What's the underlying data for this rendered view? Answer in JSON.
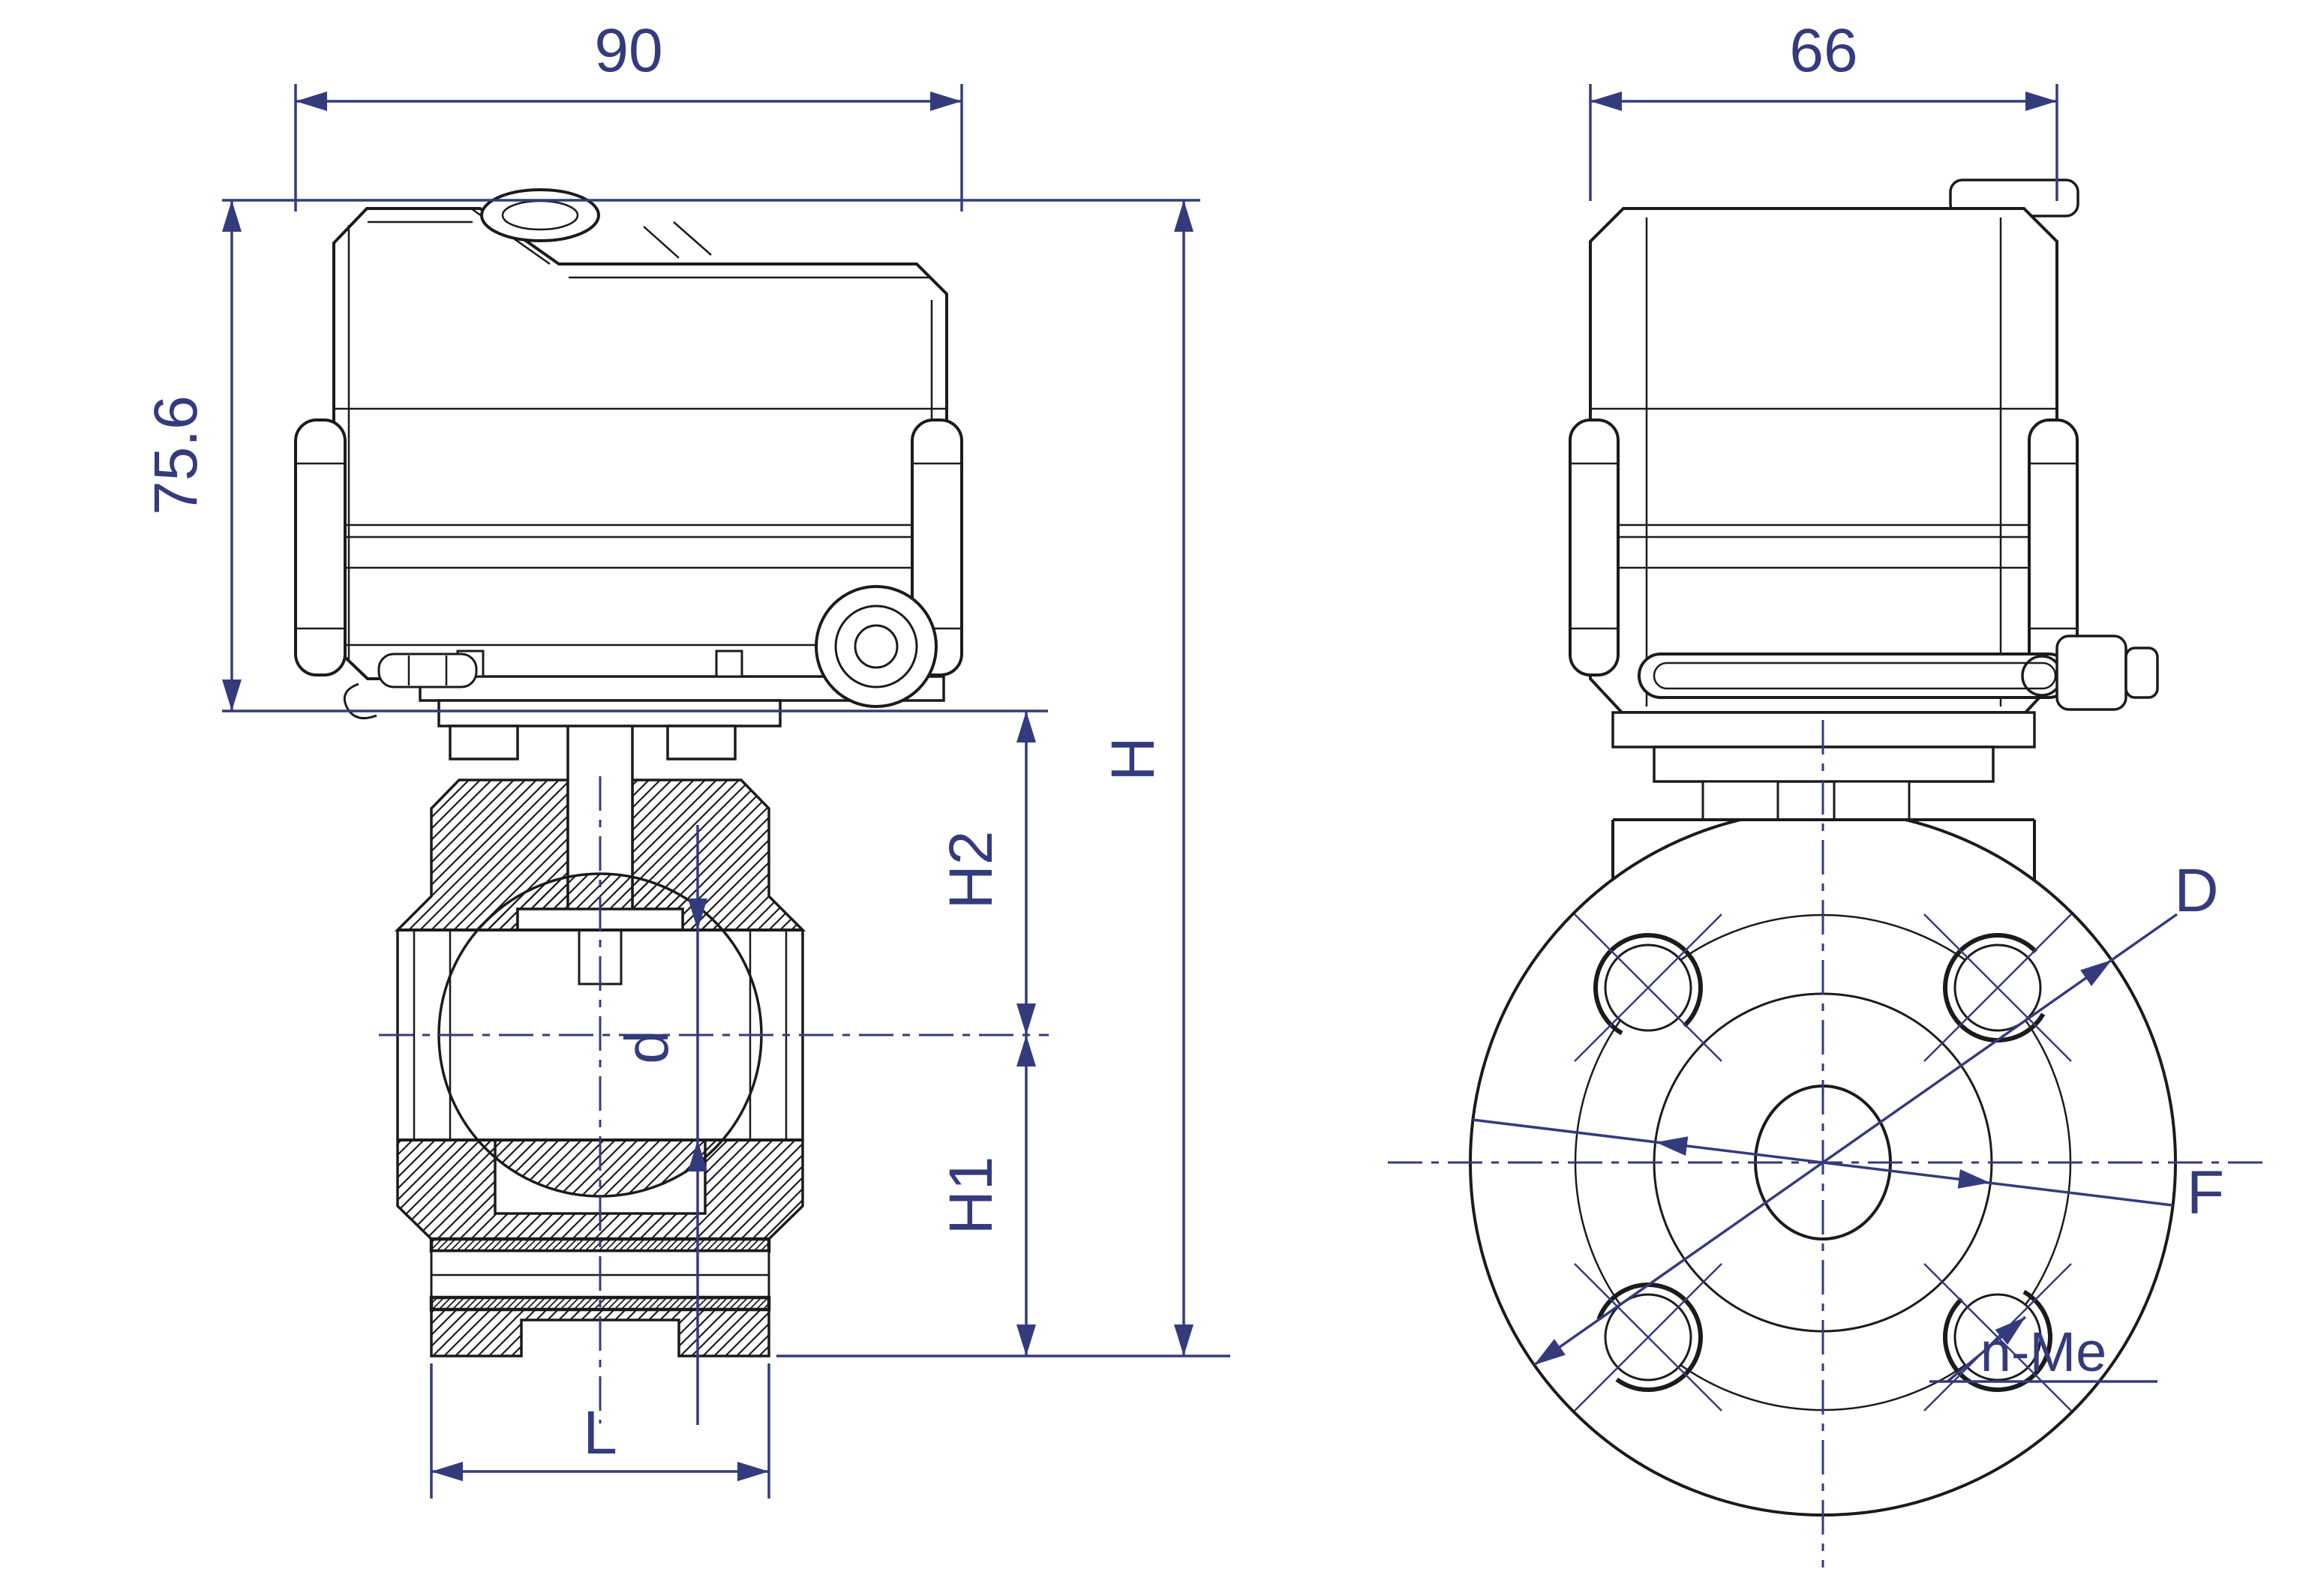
{
  "drawing": {
    "type": "cad-dimension-drawing",
    "subject": "electric-actuator-ball-valve-two-views",
    "colors": {
      "background": "#ffffff",
      "object_line": "#1b1b1b",
      "dimension_line": "#343b7d"
    },
    "dims": {
      "w90": "90",
      "w66": "66",
      "h756": "75.6",
      "H": "H",
      "H2": "H2",
      "H1": "H1",
      "L": "L",
      "d": "d",
      "D": "D",
      "F": "F",
      "nMe": "n-Me"
    }
  }
}
